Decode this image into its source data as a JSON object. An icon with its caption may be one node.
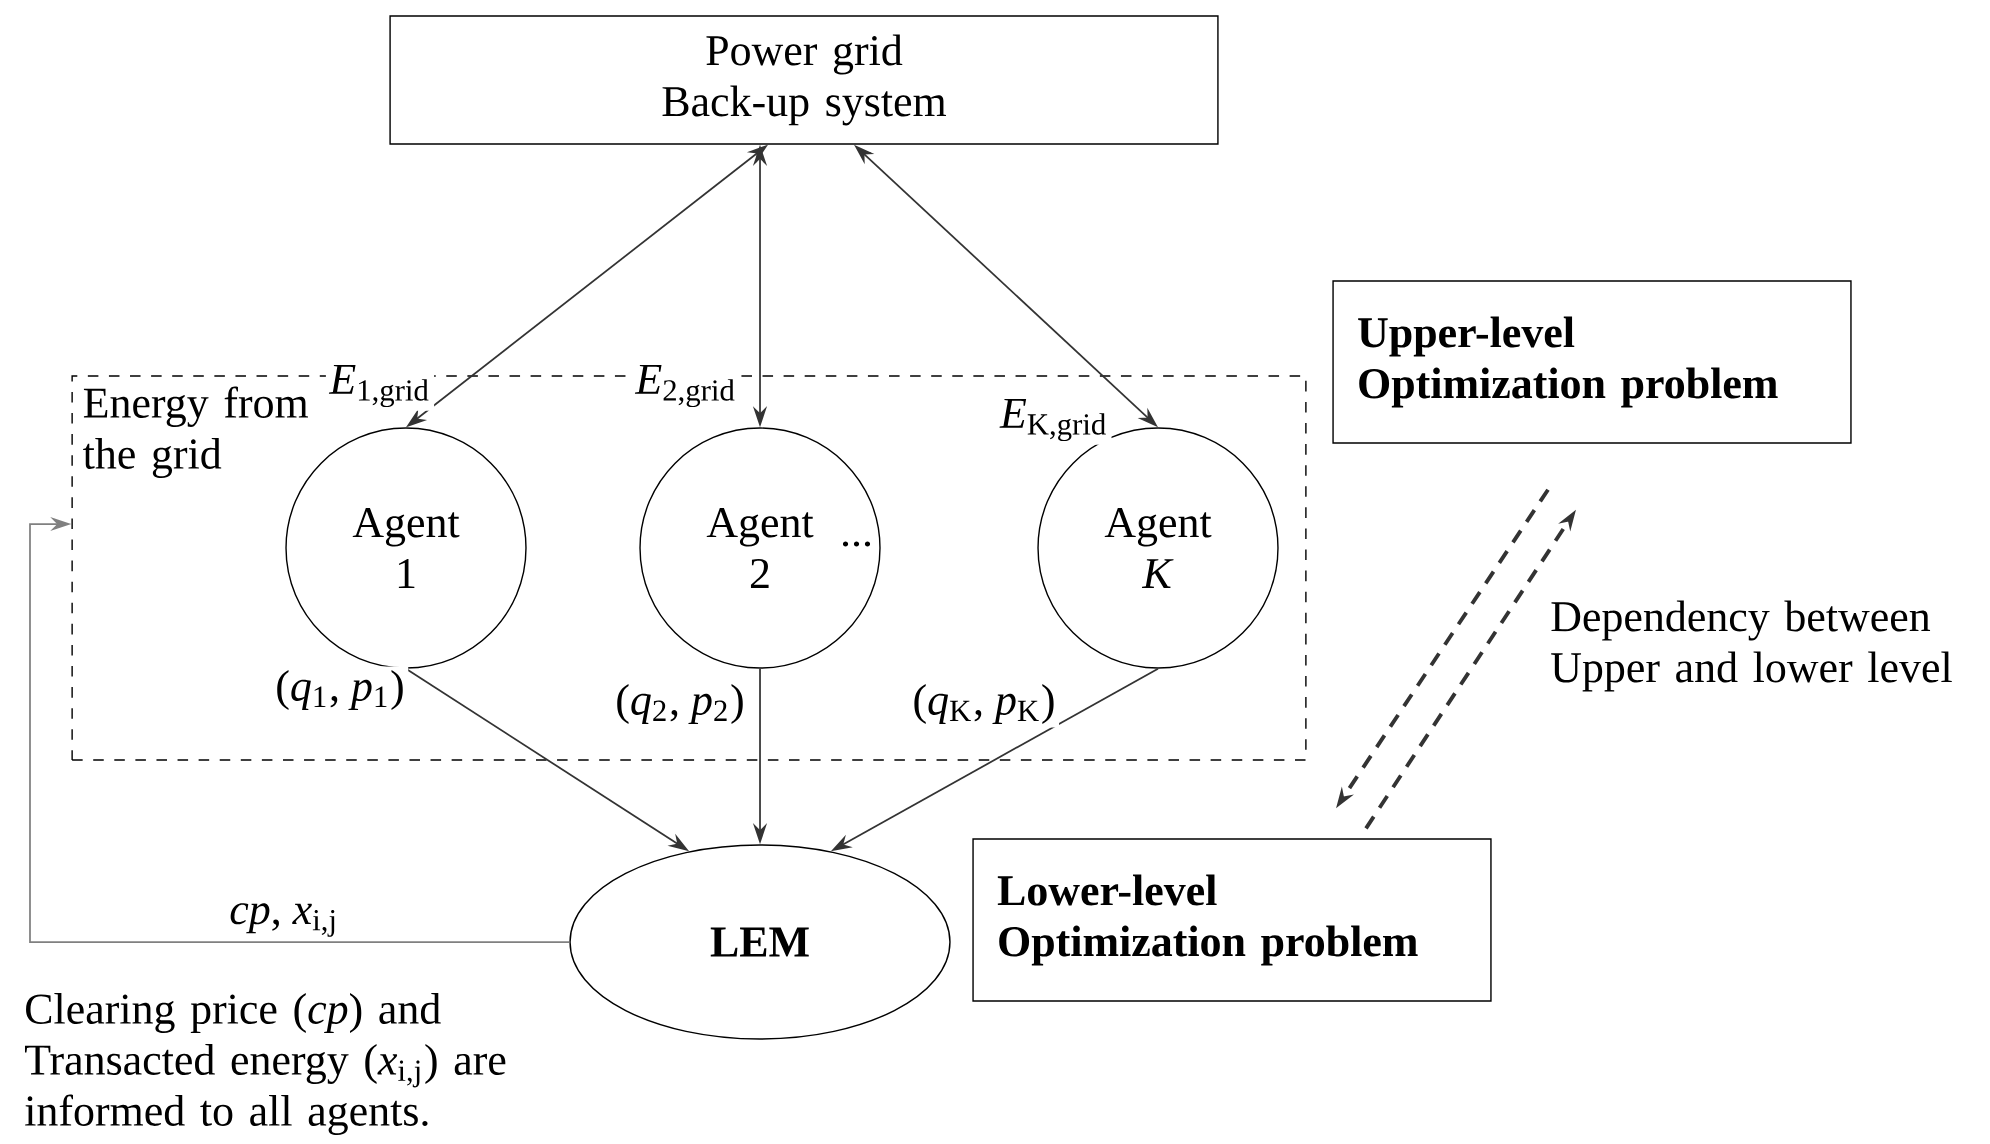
{
  "diagram": {
    "nodes": [
      {
        "text": [
          "Power grid Back-up system"
        ]
      },
      {
        "text": [
          "Energy from the grid"
        ]
      },
      {
        "text": [
          "Agent 1"
        ],
        "in": 1
      },
      {
        "text": [
          "Agent 2"
        ],
        "in": 1
      },
      {
        "text": [
          "Agent *K*"
        ],
        "in": 1
      },
      {
        "text": [
          "LEM"
        ]
      },
      {
        "text": [
          "Upper-level Optimization problem"
        ]
      },
      {
        "text": [
          "Lower-level Optimization problem"
        ]
      }
    ],
    "edges": [
      {
        "from": 0,
        "to": 2,
        "arrow": "both",
        "label": "*E*$_{1,grid}$"
      },
      {
        "from": 0,
        "to": 3,
        "arrow": "both",
        "label": "*E*$_{2,grid}$"
      },
      {
        "from": 0,
        "to": 4,
        "arrow": "both",
        "label": "*E*$_{K,grid}$"
      },
      {
        "from": 2,
        "to": 5,
        "arrow": "to",
        "label": "(*q*$_{1}$, *p*$_{1}$)"
      },
      {
        "from": 3,
        "to": 5,
        "arrow": "to",
        "label": "(*q*$_{2}$, *p*$_{2}$)"
      },
      {
        "from": 4,
        "to": 5,
        "arrow": "to",
        "label": "(*q*$_{K}$, *p*$_{K}$)"
      },
      {
        "from": 5,
        "to": 1,
        "arrow": "to",
        "label": "*cp*, *x*$_{i,j}$",
        "color": "#808080"
      },
      {
        "from": 6,
        "to": 7,
        "arrow": "to",
        "style": "dashed"
      },
      {
        "from": 7,
        "to": 6,
        "arrow": "to",
        "style": "dashed"
      }
    ],
    "labels": [
      "...",
      "Dependency between Upper and lower level",
      "Clearing price (*cp*) and Transacted energy (*x*$_{i,j}$) are informed to all agents."
    ]
  }
}
